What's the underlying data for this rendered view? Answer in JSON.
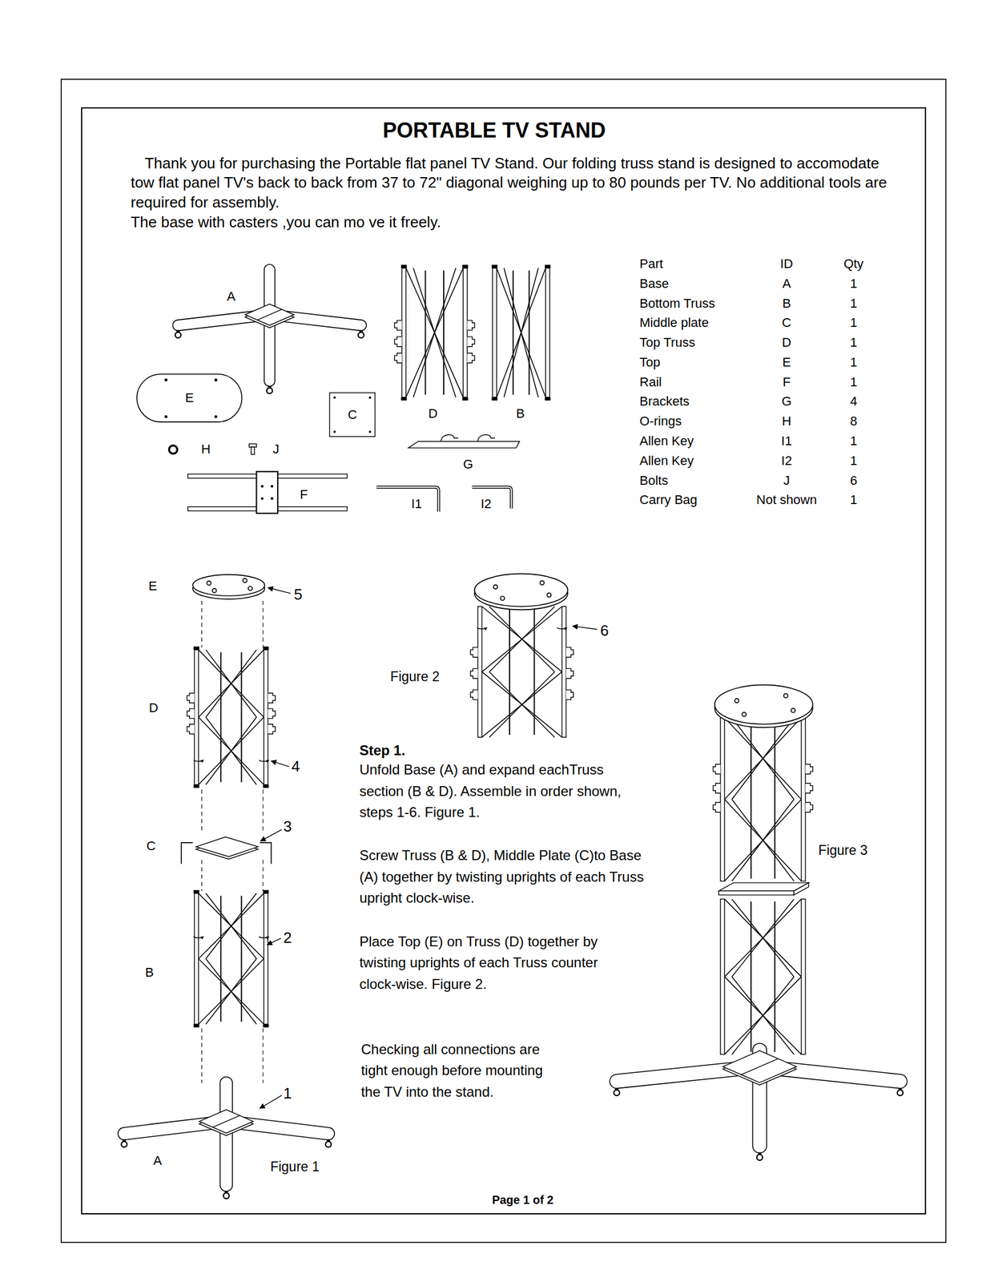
{
  "diagram": {
    "title": "PORTABLE TV STAND",
    "nodes": [
      {
        "text": [
          "E"
        ]
      },
      {
        "text": [
          "C"
        ]
      }
    ],
    "labels": [
      "Thank you for purchasing the Portable flat panel TV Stand. Our folding truss stand is designed to accomodate tow flat panel TV's back to back from 37 to 72\" diagonal weighing up to 80 pounds per TV. No additional tools are required for assembly.",
      "The base with casters ,you can mo ve it freely.",
      "Part",
      "ID",
      "Qty",
      "Base",
      "A",
      "1",
      "Bottom Truss",
      "B",
      "1",
      "Middle plate",
      "C",
      "1",
      "Top Truss",
      "D",
      "1",
      "Top",
      "E",
      "1",
      "Rail",
      "F",
      "1",
      "Brackets",
      "G",
      "4",
      "O-rings",
      "H",
      "8",
      "Allen Key",
      "I1",
      "1",
      "Allen Key",
      "I2",
      "1",
      "Bolts",
      "J",
      "6",
      "Carry Bag",
      "Not shown",
      "1",
      "A",
      "D",
      "B",
      "H",
      "J",
      "G",
      "F",
      "I1",
      "I2",
      "E",
      "5",
      "D",
      "4",
      "C",
      "3",
      "B",
      "2",
      "1",
      "A",
      "Figure 1",
      "6",
      "Figure 2",
      "Step 1.",
      "Unfold Base (A) and expand eachTruss section (B & D). Assemble in order shown, steps 1-6. Figure 1.",
      "Screw Truss (B & D), Middle Plate (C)to Base (A) together by twisting uprights of each Truss upright clock-wise.",
      "Place Top (E) on Truss (D) together by twisting uprights of each Truss counter clock-wise. Figure 2.",
      "Checking all connections are tight enough before mounting the TV into the stand.",
      "Figure 3",
      "Page 1 of 2"
    ]
  }
}
